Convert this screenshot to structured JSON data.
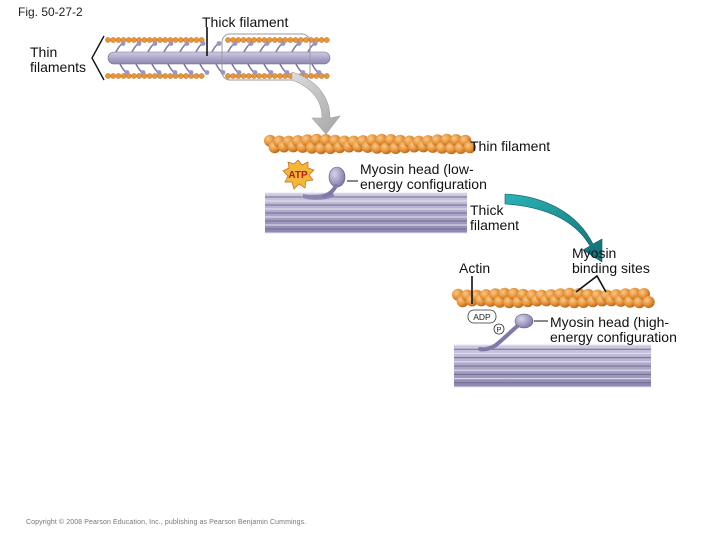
{
  "figure_label": "Fig. 50-27-2",
  "labels": {
    "thick_filament_top": "Thick filament",
    "thin_filaments_line1": "Thin",
    "thin_filaments_line2": "filaments",
    "thin_filament": "Thin filament",
    "myosin_low_line1": "Myosin head (low-",
    "myosin_low_line2": "energy configuration",
    "thick_filament_line1": "Thick",
    "thick_filament_line2": "filament",
    "actin": "Actin",
    "binding_sites_line1": "Myosin",
    "binding_sites_line2": "binding sites",
    "myosin_high_line1": "Myosin head (high-",
    "myosin_high_line2": "energy configuration"
  },
  "badges": {
    "atp": "ATP",
    "adp": "ADP",
    "pi": "P"
  },
  "copyright": "Copyright © 2008 Pearson Education, Inc., publishing as Pearson Benjamin Cummings.",
  "colors": {
    "actin_bead": "#e8953a",
    "actin_shadow": "#b8631c",
    "thick_light": "#c7c3dc",
    "thick_dark": "#6f6a93",
    "myosin_head": "#9a96bf",
    "arrow_gray": "#b9b9b9",
    "arrow_teal": "#1f8c93",
    "atp_badge": "#f5b73a"
  }
}
